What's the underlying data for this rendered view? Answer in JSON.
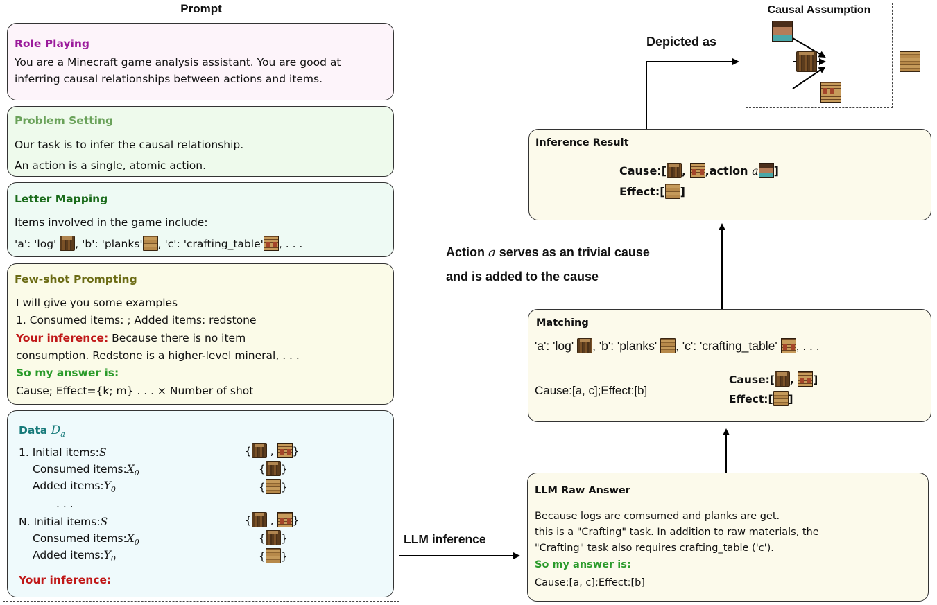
{
  "prompt": {
    "title": "Prompt",
    "role_playing": {
      "heading": "Role Playing",
      "lines": [
        "You are a Minecraft game analysis assistant. You are good at",
        "inferring causal relationships between actions and items."
      ]
    },
    "problem_setting": {
      "heading": "Problem Setting",
      "lines": [
        "Our task is to infer the causal relationship.",
        "An action is a single, atomic action."
      ]
    },
    "letter_mapping": {
      "heading": "Letter Mapping",
      "line1": "Items involved in the game include:",
      "a": "'a': 'log'",
      "b": ", 'b': 'planks'",
      "c": ", 'c': 'crafting_table'",
      "dots": ", . . ."
    },
    "few_shot": {
      "heading": "Few-shot Prompting",
      "line1": "I will give you some examples",
      "line2": "1. Consumed items: ; Added items: redstone",
      "inference_label": "Your inference:",
      "inference_text": " Because there is no item",
      "line4": "consumption. Redstone is a higher-level mineral, . . .",
      "answer_label": "So my answer is:",
      "line6": "Cause; Effect={k; m} . . . × Number of shot"
    },
    "data": {
      "heading": "Data ",
      "heading_math": "D",
      "heading_sub": "a",
      "row1_initial": "1. Initial items:",
      "row_consumed": "Consumed items:",
      "row_added": "Added items:",
      "dots": ". . .",
      "rowN_initial": "N. Initial items:",
      "math_S": "S",
      "math_X": "X",
      "math_Y": "Y",
      "sub_0": "0",
      "inference_label": "Your inference:"
    }
  },
  "llm_inference_label": "LLM inference",
  "raw_answer": {
    "heading": "LLM Raw Answer",
    "lines": [
      "Because logs are comsumed and planks are get.",
      "this is a \"Crafting\" task. In addition to raw materials, the",
      "\"Crafting\" task also requires crafting_table ('c')."
    ],
    "answer_label": "So my answer is:",
    "answer": "Cause:[a, c];Effect:[b]"
  },
  "matching": {
    "heading": "Matching",
    "a": "'a': 'log'",
    "b": ", 'b': 'planks'",
    "c": ", 'c': 'crafting_table'",
    "dots": ", . . .",
    "raw": "Cause:[a, c];Effect:[b]",
    "cause_label": "Cause:[",
    "effect_label": "Effect:["
  },
  "trivial_cause": {
    "line1_a": "Action ",
    "line1_math": "a",
    "line1_b": " serves as an trivial cause",
    "line2": "and is added to the cause"
  },
  "inference_result": {
    "heading": "Inference Result",
    "cause_label": "Cause:[",
    "action_label": ",action ",
    "action_math": "a",
    "effect_label": "Effect:["
  },
  "depicted_as": "Depicted as",
  "causal_assumption": {
    "title": "Causal Assumption"
  },
  "colors": {
    "role": "#9b1a9b",
    "problem": "#6aa25a",
    "letter": "#1a6b1a",
    "fewshot": "#6b6b14",
    "data": "#177a7a",
    "red": "#c01818",
    "green": "#2a9a2a"
  }
}
